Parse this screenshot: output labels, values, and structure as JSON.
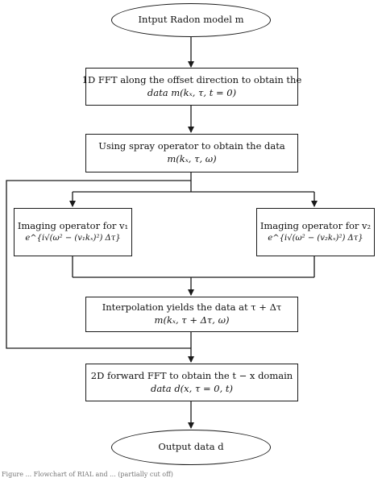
{
  "nodes": {
    "input": {
      "line1": "Intput Radon model  m"
    },
    "fft1d": {
      "line1": "1D FFT along the offset direction to obtain the",
      "line2": "data  m(kₓ, τ, t = 0)"
    },
    "spray": {
      "line1": "Using spray operator to obtain the data",
      "line2": "m(kₓ, τ, ω)"
    },
    "imaging_v1": {
      "line1": "Imaging operator for  v₁",
      "line2": "e^{i√(ω² − (v₁kₓ)²) Δτ}"
    },
    "imaging_v2": {
      "line1": "Imaging operator for  v₂",
      "line2": "e^{i√(ω² − (v₂kₓ)²) Δτ}"
    },
    "interp": {
      "line1": "Interpolation yields the data at  τ + Δτ",
      "line2": "m(kₓ, τ + Δτ, ω)"
    },
    "fft2d": {
      "line1": "2D forward FFT to obtain the  t − x  domain",
      "line2": "data  d(x, τ = 0, t)"
    },
    "output": {
      "line1": "Output data  d"
    }
  },
  "caption": "Figure ... Flowchart of RIAL and ... (partially cut off)",
  "colors": {
    "stroke": "#1a1a1a",
    "background": "#ffffff"
  }
}
